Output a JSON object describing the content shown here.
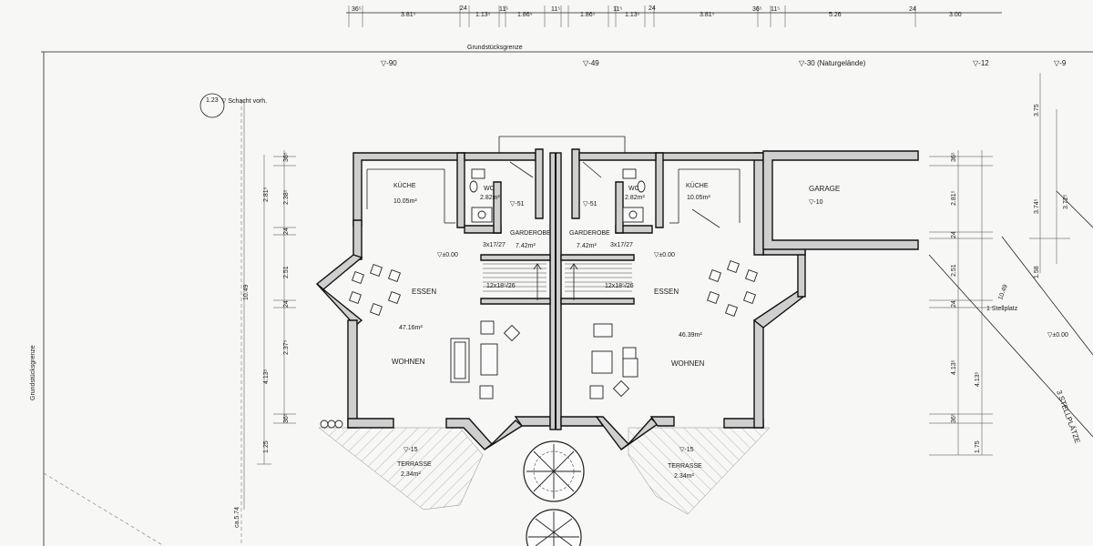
{
  "dimensions_top": [
    "36⁵",
    "3.81⁵",
    "24",
    "1.13⁵",
    "11⁵",
    "1.86⁵",
    "11⁵",
    "1.86⁵",
    "11⁵",
    "1.13⁵",
    "24",
    "3.81⁵",
    "36⁵",
    "11⁵",
    "5.26",
    "24",
    "3.00"
  ],
  "boundary_label": "Grundstücksgrenze",
  "boundary_label_left": "Grundstücksgrenze",
  "levels_top": [
    "▽-90",
    "▽-49",
    "▽-30 (Naturgelände)",
    "▽-12",
    "▽-9"
  ],
  "shaft_note": "▽ Schacht vorh.",
  "shaft_level": "1.23",
  "left_unit": {
    "kitchen": {
      "name": "KÜCHE",
      "area": "10.05m²"
    },
    "wc": {
      "name": "WC",
      "area": "2.82m²",
      "level": "▽-51"
    },
    "wardrobe": {
      "name": "GARDEROBE",
      "area": "7.42m²"
    },
    "stairs1": "3x17/27",
    "stairs2": "12x18⁵/26",
    "level_main": "▽±0.00",
    "dining": "ESSEN",
    "living_area": "47.16m²",
    "living": "WOHNEN",
    "terrace": {
      "level": "▽-15",
      "name": "TERRASSE",
      "area": "2.34m²"
    }
  },
  "right_unit": {
    "kitchen": {
      "name": "KÜCHE",
      "area": "10.05m²"
    },
    "wc": {
      "name": "WC",
      "area": "2.82m²",
      "level": "▽-51"
    },
    "wardrobe": {
      "name": "GARDEROBE",
      "area": "7.42m²"
    },
    "stairs1": "3x17/27",
    "stairs2": "12x18⁵/26",
    "level_main": "▽±0.00",
    "dining": "ESSEN",
    "living_area": "46.39m²",
    "living": "WOHNEN",
    "terrace": {
      "level": "▽-15",
      "name": "TERRASSE",
      "area": "2.34m²"
    }
  },
  "garage": {
    "name": "GARAGE",
    "level": "▽-10"
  },
  "parking_note": "1 Stellplatz",
  "parking_right": "3 STELLPLÄTZE",
  "level_right": "▽±0.00",
  "dims_left_inner": [
    "36⁵",
    "2.38⁵",
    "24",
    "2.51",
    "24",
    "2.37⁵",
    "36⁵"
  ],
  "dims_left_outer": [
    "2.81⁵",
    "4.13⁵",
    "1.25"
  ],
  "dims_left_total": "10.49",
  "dim_left_bottom": "ca.5.74",
  "dims_right_a": [
    "36⁵",
    "2.81⁵",
    "24",
    "2.51",
    "24",
    "4.13⁵",
    "36⁵"
  ],
  "dims_right_b": [
    "3.74⁵",
    "1.58",
    "4.13⁵",
    "1.75"
  ],
  "dims_right_c": [
    "3.75",
    "3.72⁵",
    "10.49"
  ]
}
